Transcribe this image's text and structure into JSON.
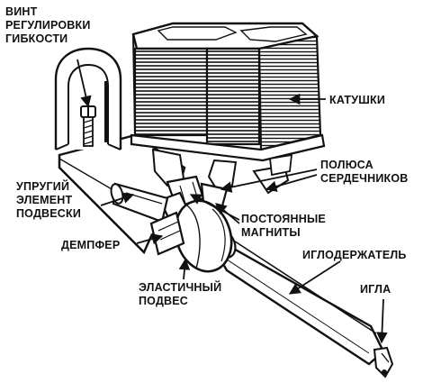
{
  "labels": {
    "screw": [
      "ВИНТ",
      "РЕГУЛИРОВКИ",
      "ГИБКОСТИ"
    ],
    "coils": "КАТУШКИ",
    "poles": [
      "ПОЛЮСА",
      "СЕРДЕЧНИКОВ"
    ],
    "spring": [
      "УПРУГИЙ",
      "ЭЛЕМЕНТ",
      "ПОДВЕСКИ"
    ],
    "magnets": [
      "ПОСТОЯННЫЕ",
      "МАГНИТЫ"
    ],
    "damper": "ДЕМПФЕР",
    "cantilever": "ИГЛОДЕРЖАТЕЛЬ",
    "suspension": [
      "ЭЛАСТИЧНЫЙ",
      "ПОДВЕС"
    ],
    "stylus": "ИГЛА"
  },
  "colors": {
    "ink": "#111111",
    "paper": "#ffffff"
  }
}
